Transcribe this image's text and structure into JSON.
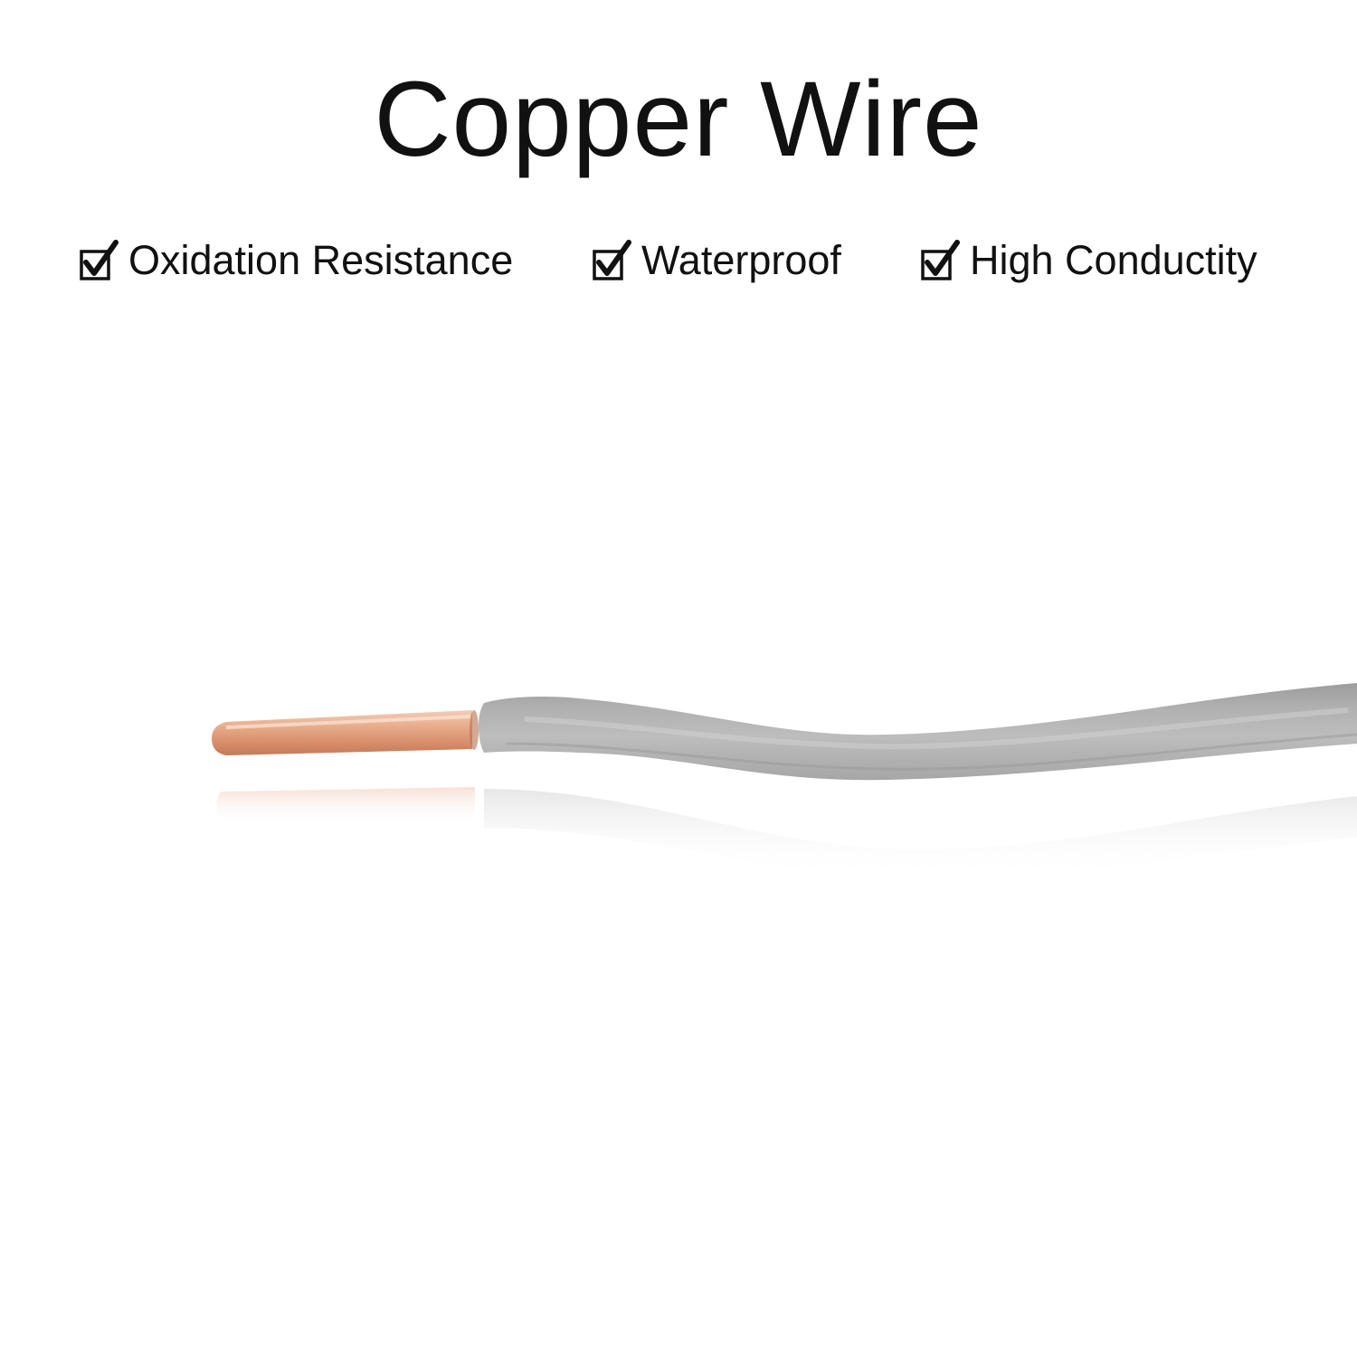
{
  "title": "Copper Wire",
  "features": [
    {
      "label": "Oxidation Resistance",
      "icon": "checkbox-checked-icon"
    },
    {
      "label": "Waterproof",
      "icon": "checkbox-checked-icon"
    },
    {
      "label": "High Conductity",
      "icon": "checkbox-checked-icon"
    }
  ],
  "colors": {
    "text": "#111111",
    "insulation": "#a9a9a9",
    "copper": "#e2a27f",
    "background": "#ffffff"
  }
}
